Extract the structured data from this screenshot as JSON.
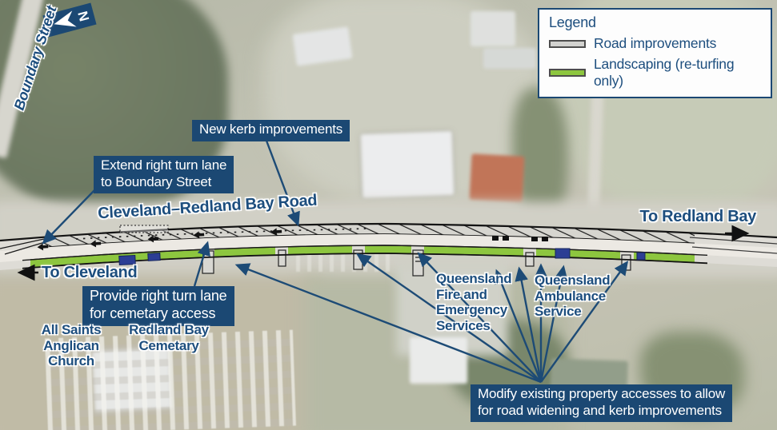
{
  "map": {
    "boundary_street_label": "Boundary Street",
    "north_indicator": "N",
    "road_name": "Cleveland–Redland Bay Road",
    "direction_left": "To Cleveland",
    "direction_right": "To Redland Bay"
  },
  "legend": {
    "title": "Legend",
    "items": [
      {
        "label": "Road improvements",
        "color": "#d2d2cf"
      },
      {
        "label": "Landscaping (re-turfing only)",
        "color": "#8dc63f"
      }
    ]
  },
  "callouts": {
    "new_kerb": "New kerb improvements",
    "extend_turn_lane": "Extend right turn lane\nto Boundary Street",
    "provide_turn_lane": "Provide right turn lane\nfor cemetary access",
    "modify_access": "Modify existing property accesses to allow\nfor road widening and kerb improvements"
  },
  "places": {
    "church": "All Saints\nAnglican Church",
    "cemetery": "Redland Bay\nCemetary",
    "fire_service": "Queensland\nFire and\nEmergency\nServices",
    "ambulance": "Queensland\nAmbulance\nService"
  },
  "colors": {
    "accent_navy": "#1b4873",
    "landscaping_green": "#8dc63f",
    "road_gray": "#d2d2cf"
  }
}
